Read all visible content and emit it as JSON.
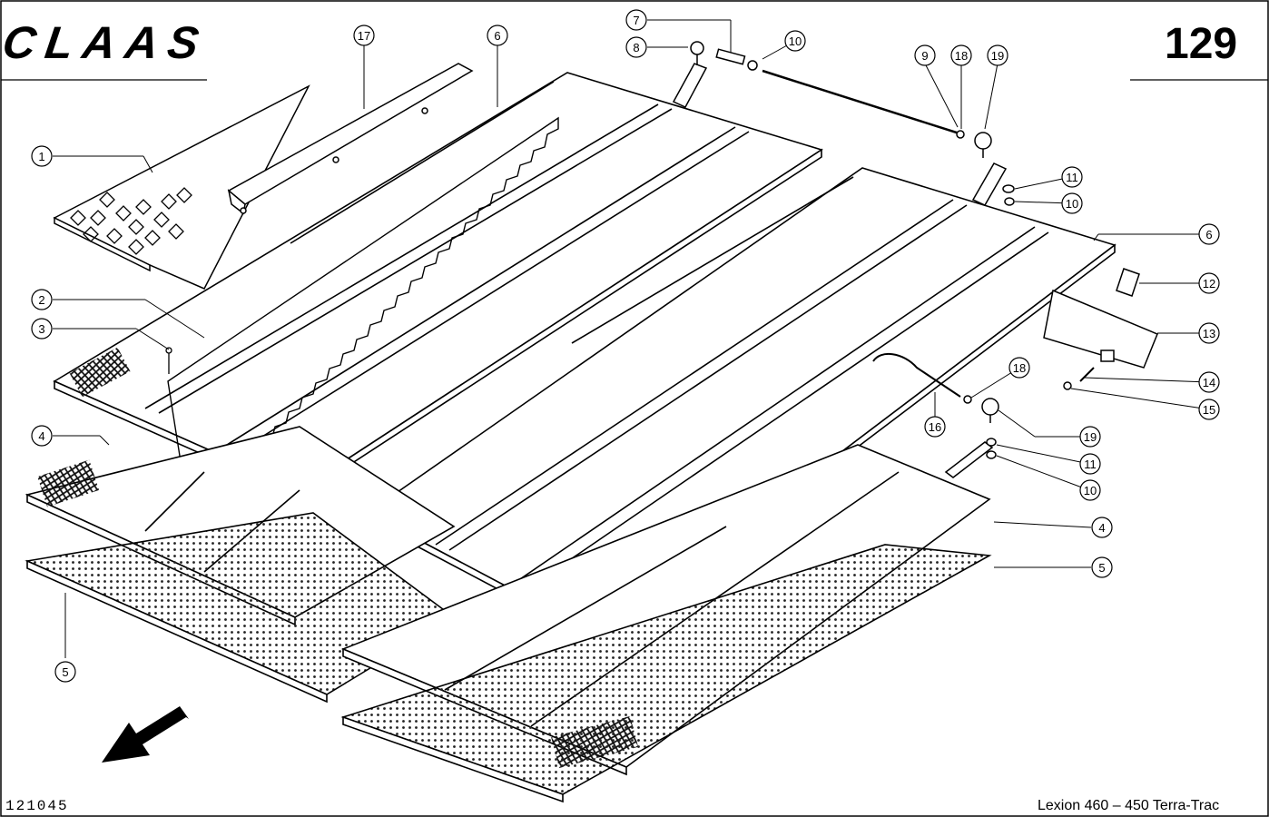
{
  "header": {
    "brand": "CLAAS",
    "page_number": "129"
  },
  "footer": {
    "drawing_id": "121045",
    "model": "Lexion 460 – 450 Terra-Trac"
  },
  "callouts": [
    "1",
    "2",
    "3",
    "4",
    "4",
    "5",
    "5",
    "6",
    "6",
    "7",
    "8",
    "9",
    "10",
    "10",
    "10",
    "11",
    "11",
    "12",
    "13",
    "14",
    "15",
    "16",
    "17",
    "18",
    "18",
    "19",
    "19"
  ]
}
